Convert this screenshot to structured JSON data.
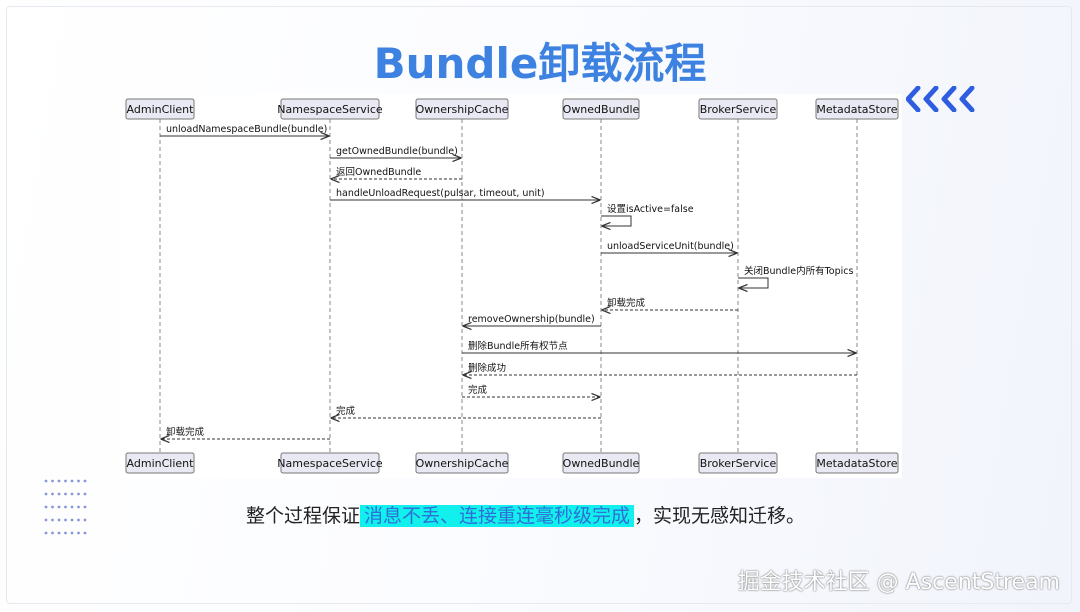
{
  "title": "Bundle卸载流程",
  "diagram": {
    "participants": [
      "AdminClient",
      "NamespaceService",
      "OwnershipCache",
      "OwnedBundle",
      "BrokerService",
      "MetadataStore"
    ],
    "messages": [
      {
        "from": 0,
        "to": 1,
        "label": "unloadNamespaceBundle(bundle)",
        "kind": "sync"
      },
      {
        "from": 1,
        "to": 2,
        "label": "getOwnedBundle(bundle)",
        "kind": "sync"
      },
      {
        "from": 2,
        "to": 1,
        "label": "返回OwnedBundle",
        "kind": "return"
      },
      {
        "from": 1,
        "to": 3,
        "label": "handleUnloadRequest(pulsar, timeout, unit)",
        "kind": "sync"
      },
      {
        "from": 3,
        "to": 3,
        "label": "设置isActive=false",
        "kind": "self"
      },
      {
        "from": 3,
        "to": 4,
        "label": "unloadServiceUnit(bundle)",
        "kind": "sync"
      },
      {
        "from": 4,
        "to": 4,
        "label": "关闭Bundle内所有Topics",
        "kind": "self"
      },
      {
        "from": 4,
        "to": 3,
        "label": "卸载完成",
        "kind": "return"
      },
      {
        "from": 3,
        "to": 2,
        "label": "removeOwnership(bundle)",
        "kind": "sync"
      },
      {
        "from": 2,
        "to": 5,
        "label": "删除Bundle所有权节点",
        "kind": "sync"
      },
      {
        "from": 5,
        "to": 2,
        "label": "删除成功",
        "kind": "return"
      },
      {
        "from": 2,
        "to": 3,
        "label": "完成",
        "kind": "return"
      },
      {
        "from": 3,
        "to": 1,
        "label": "完成",
        "kind": "return"
      },
      {
        "from": 1,
        "to": 0,
        "label": "卸载完成",
        "kind": "return"
      }
    ]
  },
  "caption": {
    "before": "整个过程保证",
    "highlight": "消息不丢、连接重连毫秒级完成",
    "after": "，实现无感知迁移。"
  },
  "watermark": "掘金技术社区 @ AscentStream",
  "colors": {
    "title": "#3d82e0",
    "chevron": "#2f5de0",
    "highlight_bg": "#11f0ec",
    "highlight_text": "#2f6fd6",
    "participant_fill": "#e9e9f3"
  }
}
